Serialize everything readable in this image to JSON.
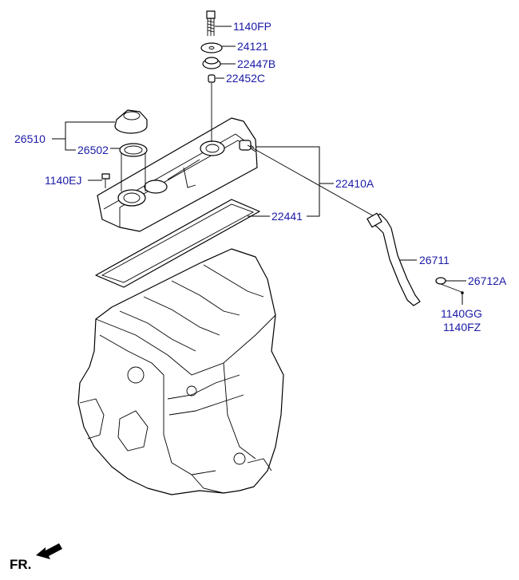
{
  "labels": {
    "bolt_top": "1140FP",
    "washer": "24121",
    "grommet": "22447B",
    "bushing": "22452C",
    "cap_assy": "26510",
    "cap_seal": "26502",
    "bolt_left": "1140EJ",
    "cover_assy": "22410A",
    "gasket": "22441",
    "hose": "26711",
    "clip": "26712A",
    "bolt_a": "1140GG",
    "bolt_b": "1140FZ"
  },
  "front_indicator": "FR."
}
